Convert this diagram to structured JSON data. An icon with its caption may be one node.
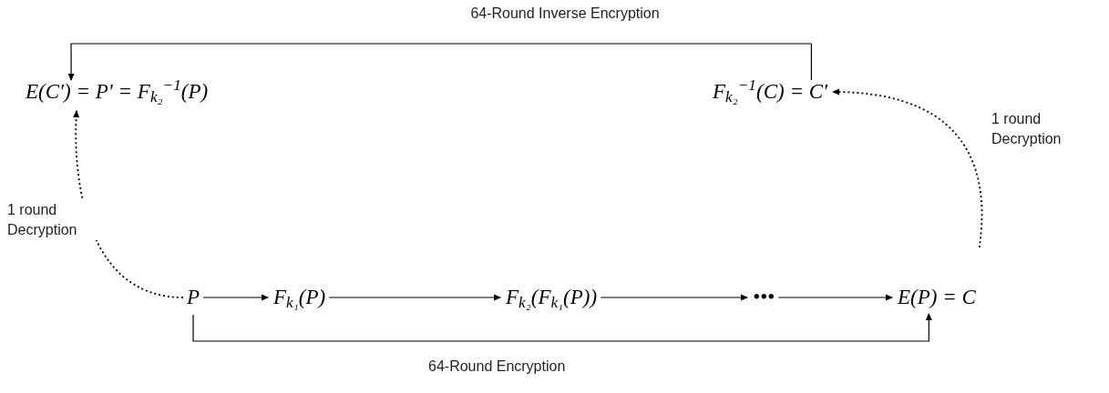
{
  "diagram": {
    "nodes": [
      {
        "text": [
          "E(C′) = P′ = F$_{k₂}$$^{−1}$(P)"
        ]
      },
      {
        "text": [
          "F$_{k₂}$$^{−1}$(C) = C′"
        ]
      },
      {
        "text": [
          "P"
        ]
      },
      {
        "text": [
          "F$_{k₁}$(P)"
        ]
      },
      {
        "text": [
          "F$_{k₂}$(F$_{k₁}$(P))"
        ]
      },
      {
        "text": [
          "•••"
        ]
      },
      {
        "text": [
          "E(P) = C"
        ]
      }
    ],
    "edges": [
      {
        "from": 2,
        "to": 3,
        "arrow": "to"
      },
      {
        "from": 3,
        "to": 4,
        "arrow": "to"
      },
      {
        "from": 4,
        "to": 5,
        "arrow": "to"
      },
      {
        "from": 5,
        "to": 6,
        "arrow": "to"
      },
      {
        "from": 2,
        "to": 6,
        "arrow": "to",
        "label": "64-Round Encryption"
      },
      {
        "from": 1,
        "to": 0,
        "arrow": "to",
        "label": "64-Round Inverse Encryption"
      },
      {
        "from": 6,
        "to": 1,
        "arrow": "to",
        "label": "1 round Decryption",
        "style": "dashed"
      },
      {
        "from": 2,
        "to": 0,
        "arrow": "to",
        "label": "1 round Decryption",
        "style": "dashed"
      }
    ]
  }
}
